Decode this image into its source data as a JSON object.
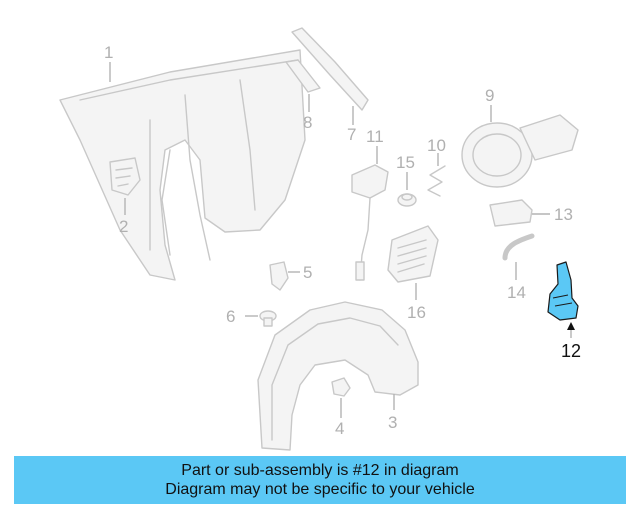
{
  "callouts": {
    "c1": "1",
    "c2": "2",
    "c3": "3",
    "c4": "4",
    "c5": "5",
    "c6": "6",
    "c7": "7",
    "c8": "8",
    "c9": "9",
    "c10": "10",
    "c11": "11",
    "c12": "12",
    "c13": "13",
    "c14": "14",
    "c15": "15",
    "c16": "16"
  },
  "highlight": {
    "part_number": "12",
    "color": "#5bc8f5"
  },
  "banner": {
    "line1": "Part or sub-assembly is #12 in diagram",
    "line2": "Diagram may not be specific to your vehicle",
    "color": "#5bc8f5"
  }
}
